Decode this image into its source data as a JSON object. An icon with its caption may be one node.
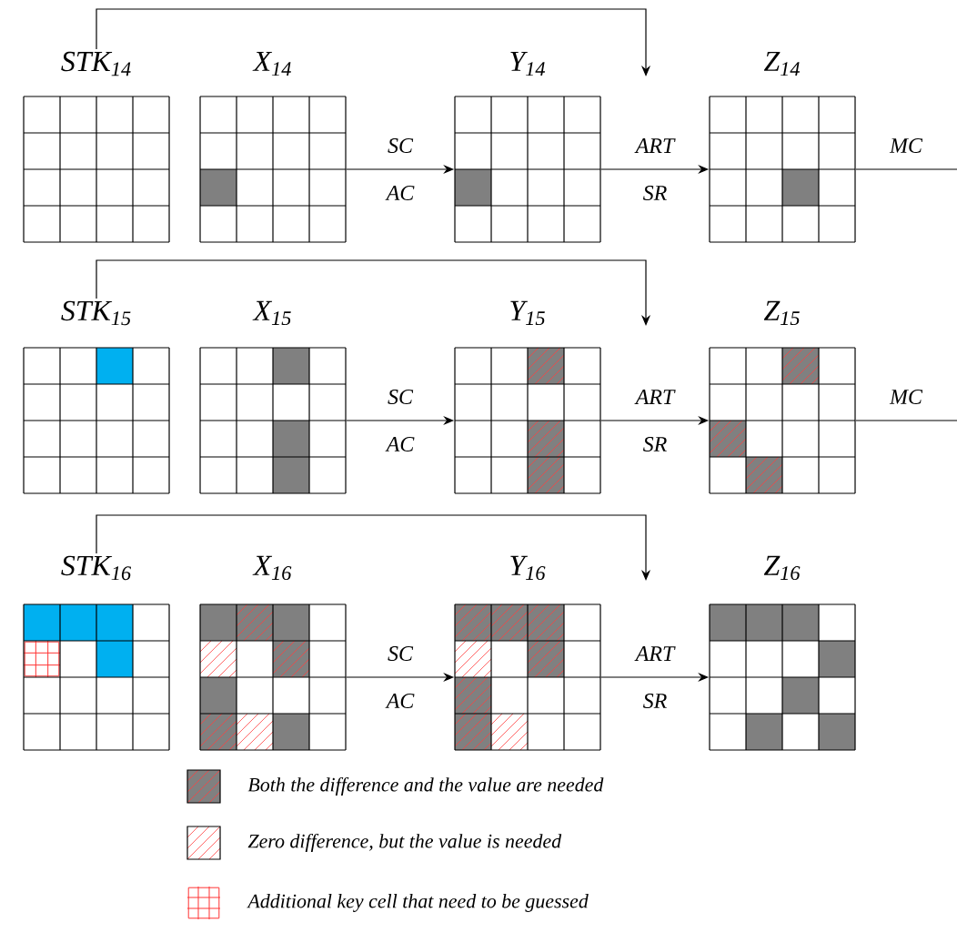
{
  "diagram": {
    "nodes": [
      {
        "text": [
          "STK$_{14}$"
        ]
      },
      {
        "text": [
          "X$_{14}$"
        ]
      },
      {
        "text": [
          "Y$_{14}$"
        ]
      },
      {
        "text": [
          "Z$_{14}$"
        ]
      },
      {
        "text": [
          "STK$_{15}$"
        ]
      },
      {
        "text": [
          "X$_{15}$"
        ]
      },
      {
        "text": [
          "Y$_{15}$"
        ]
      },
      {
        "text": [
          "Z$_{15}$"
        ]
      },
      {
        "text": [
          "STK$_{16}$"
        ]
      },
      {
        "text": [
          "X$_{16}$"
        ]
      },
      {
        "text": [
          "Y$_{16}$"
        ]
      },
      {
        "text": [
          "Z$_{16}$"
        ]
      }
    ],
    "edges": [
      {
        "from": 1,
        "to": 2,
        "arrow": "to",
        "label": "SC"
      },
      {
        "from": 2,
        "to": 3,
        "arrow": "to",
        "label": "ART"
      },
      {
        "from": 3,
        "to": null,
        "arrow": "none",
        "label": "MC"
      },
      {
        "from": 0,
        "to": null,
        "arrow": "to"
      },
      {
        "from": 5,
        "to": 6,
        "arrow": "to",
        "label": "SC"
      },
      {
        "from": 6,
        "to": 7,
        "arrow": "to",
        "label": "ART"
      },
      {
        "from": 7,
        "to": null,
        "arrow": "none",
        "label": "MC"
      },
      {
        "from": 4,
        "to": null,
        "arrow": "to"
      },
      {
        "from": 9,
        "to": 10,
        "arrow": "to",
        "label": "SC"
      },
      {
        "from": 10,
        "to": 11,
        "arrow": "to",
        "label": "ART"
      },
      {
        "from": 8,
        "to": null,
        "arrow": "to"
      }
    ],
    "labels": [
      "AC",
      "SR",
      "AC",
      "SR",
      "AC",
      "SR"
    ],
    "legend": [
      {
        "text": "Both the difference and the value are needed"
      },
      {
        "text": "Zero difference, but the value is needed"
      },
      {
        "text": "Additional key cell that need to be guessed"
      }
    ]
  }
}
